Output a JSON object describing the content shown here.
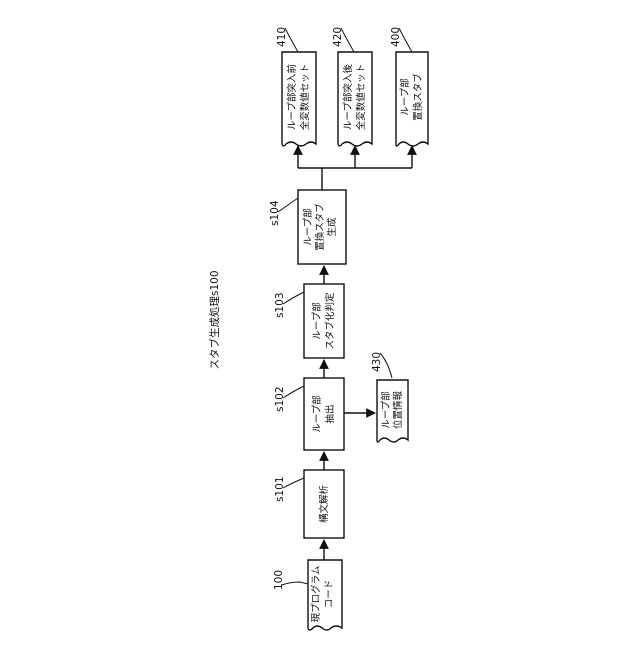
{
  "title": "スタブ生成処理s100",
  "nodes": {
    "source": {
      "ref": "100",
      "line1": "現プログラム",
      "line2": "コード"
    },
    "s101": {
      "ref": "s101",
      "line1": "構文解析"
    },
    "s102": {
      "ref": "s102",
      "line1": "ループ部",
      "line2": "抽出"
    },
    "s103": {
      "ref": "s103",
      "line1": "ループ部",
      "line2": "スタブ化判定"
    },
    "s104": {
      "ref": "s104",
      "line1": "ループ部",
      "line2": "置換スタブ",
      "line3": "生成"
    },
    "d430": {
      "ref": "430",
      "line1": "ループ部",
      "line2": "位置情報"
    },
    "d410": {
      "ref": "410",
      "line1": "ループ部突入前",
      "line2": "全変数値セット"
    },
    "d420": {
      "ref": "420",
      "line1": "ループ部突入後",
      "line2": "全変数値セット"
    },
    "d400": {
      "ref": "400",
      "line1": "ループ部",
      "line2": "置換スタブ"
    }
  }
}
